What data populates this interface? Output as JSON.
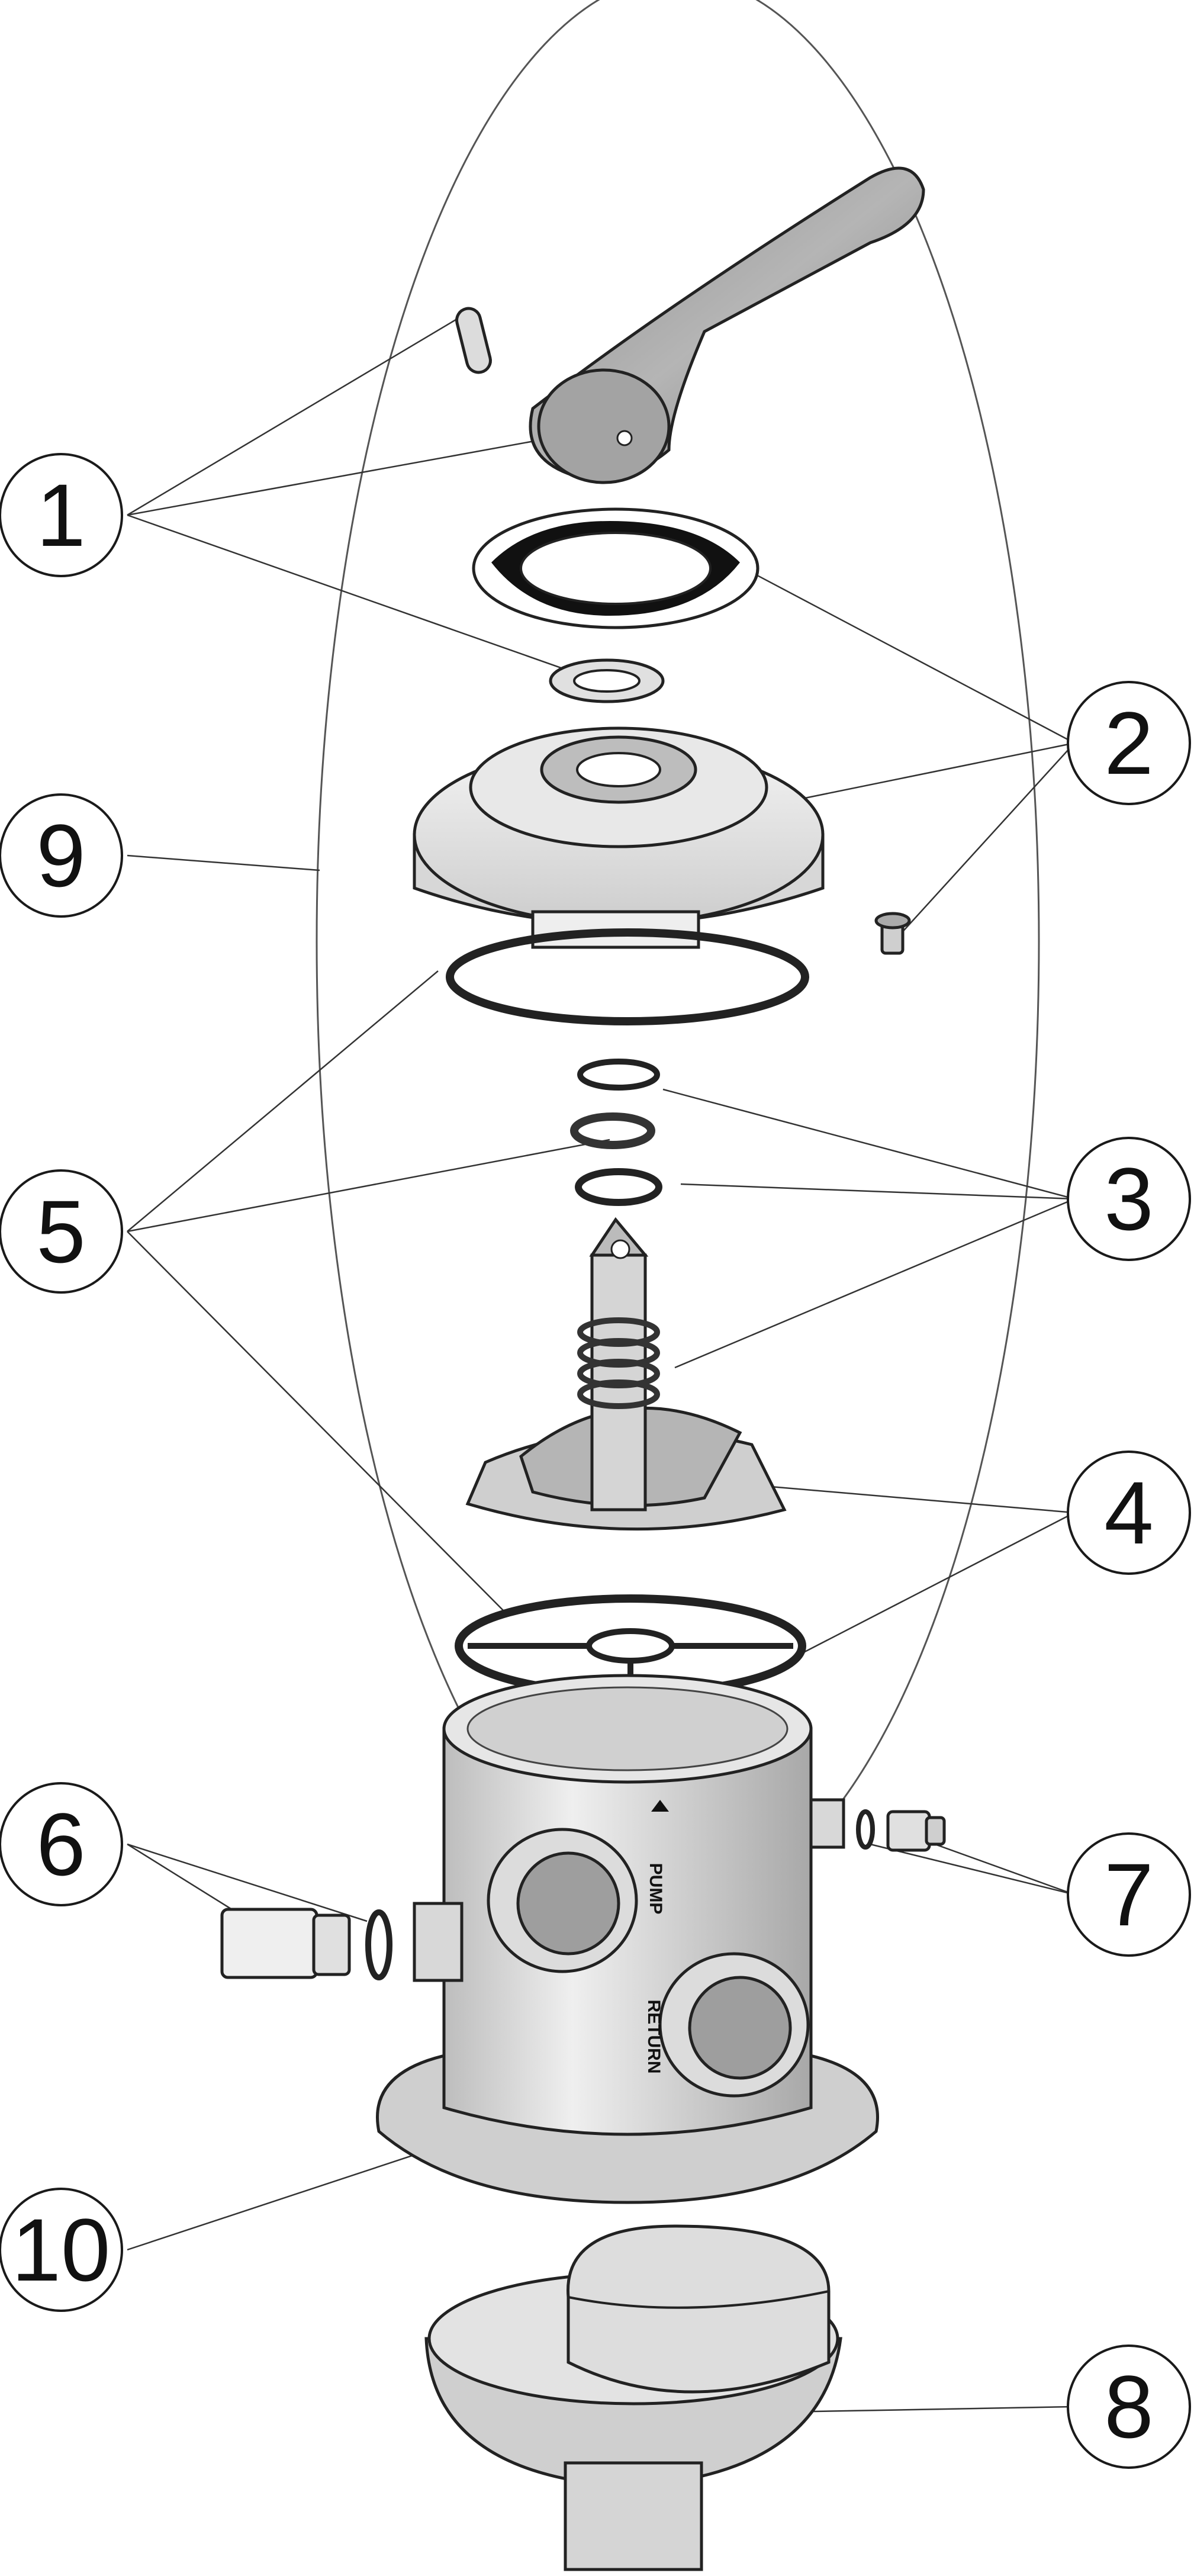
{
  "colors": {
    "line": "#222222",
    "part_light": "#ececec",
    "part_mid": "#cfcfcf",
    "part_dark": "#9a9a9a",
    "black": "#111111",
    "background": "#ffffff"
  },
  "callouts": [
    {
      "id": "c1",
      "label": "1"
    },
    {
      "id": "c2",
      "label": "2"
    },
    {
      "id": "c3",
      "label": "3"
    },
    {
      "id": "c4",
      "label": "4"
    },
    {
      "id": "c5",
      "label": "5"
    },
    {
      "id": "c6",
      "label": "6"
    },
    {
      "id": "c7",
      "label": "7"
    },
    {
      "id": "c8",
      "label": "8"
    },
    {
      "id": "c9",
      "label": "9"
    },
    {
      "id": "c10",
      "label": "10"
    }
  ],
  "body_labels": {
    "pump": "PUMP",
    "return": "RETURN"
  }
}
